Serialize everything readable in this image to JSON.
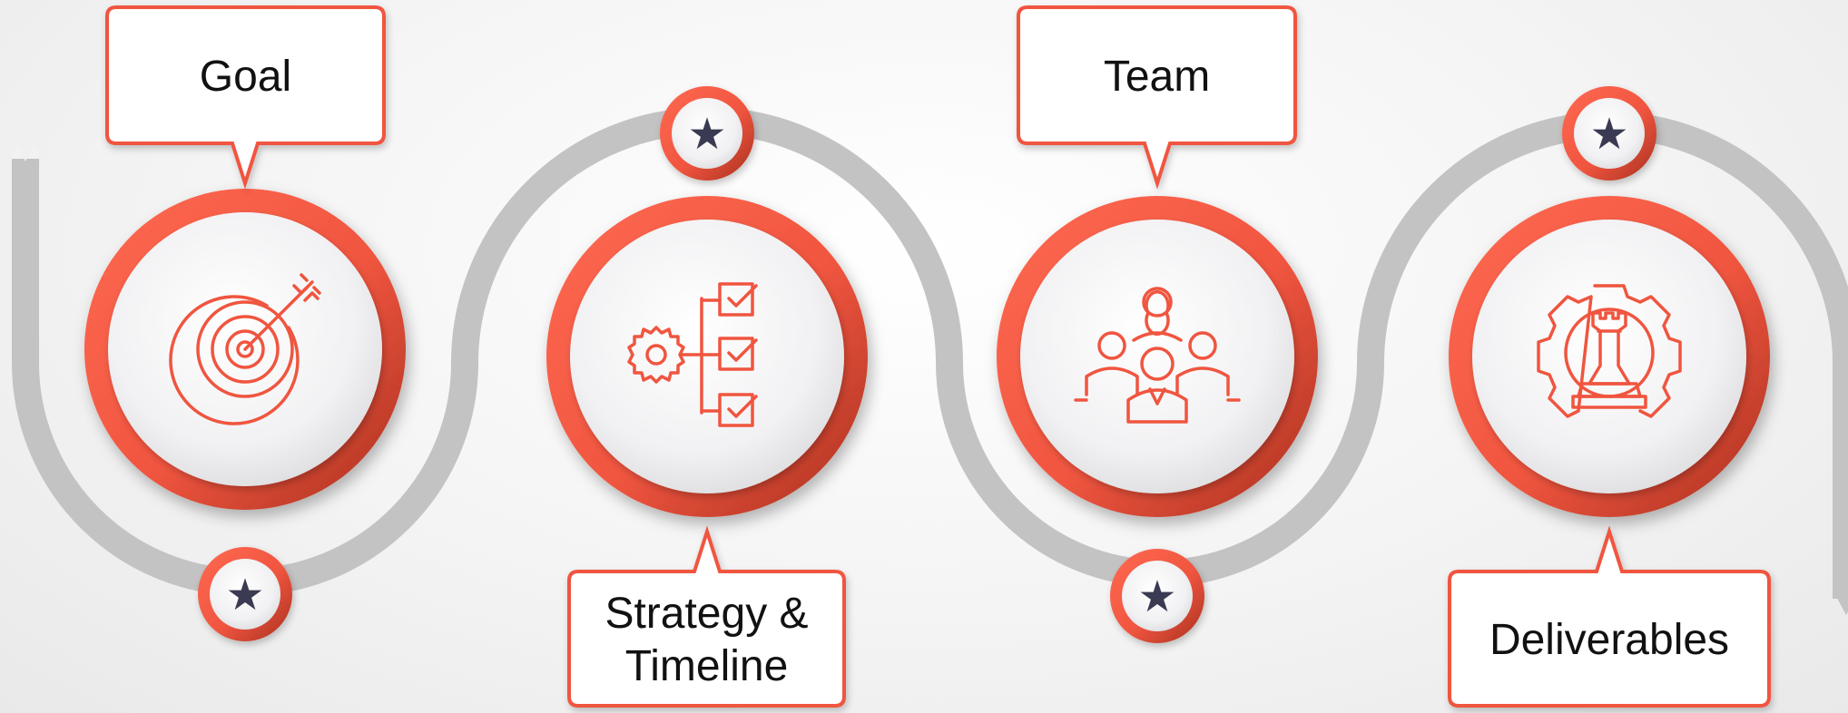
{
  "colors": {
    "accent": "#f0553f",
    "accent_dark": "#c83a2a",
    "track": "#bdbdbd",
    "star": "#3a3a52",
    "text": "#111111",
    "background": "#f2f2f2"
  },
  "steps": [
    {
      "label_lines": [
        "Goal"
      ],
      "icon": "target-icon",
      "label_position": "top",
      "star_position": "bottom"
    },
    {
      "label_lines": [
        "Strategy &",
        "Timeline"
      ],
      "icon": "strategy-checklist-icon",
      "label_position": "bottom",
      "star_position": "top"
    },
    {
      "label_lines": [
        "Team"
      ],
      "icon": "team-icon",
      "label_position": "top",
      "star_position": "bottom"
    },
    {
      "label_lines": [
        "Deliverables"
      ],
      "icon": "chess-gear-icon",
      "label_position": "bottom",
      "star_position": "top"
    }
  ],
  "star_glyph": "★"
}
